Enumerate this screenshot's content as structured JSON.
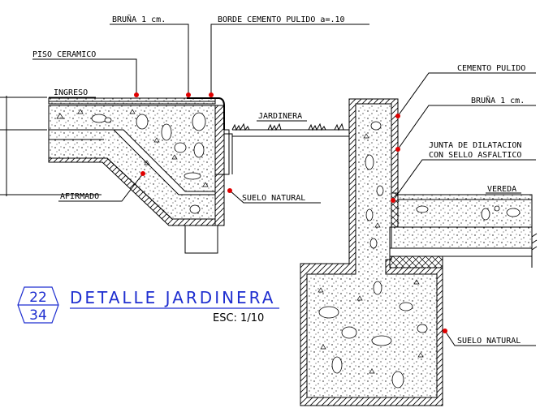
{
  "labels": {
    "bruna_top": "BRUÑA 1 cm.",
    "borde_cemento": "BORDE CEMENTO PULIDO a=.10",
    "piso_ceramico": "PISO CERAMICO",
    "ingreso": "INGRESO",
    "jardinera": "JARDINERA",
    "cemento_pulido": "CEMENTO PULIDO",
    "bruna_right": "BRUÑA 1 cm.",
    "junta_1": "JUNTA DE DILATACION",
    "junta_2": "CON SELLO ASFALTICO",
    "vereda": "VEREDA",
    "afirmado": "AFIRMADO",
    "suelo_natural_left": "SUELO NATURAL",
    "suelo_natural_right": "SUELO NATURAL"
  },
  "title": {
    "number_top": "22",
    "number_bottom": "34",
    "name": "DETALLE JARDINERA",
    "scale": "ESC: 1/10"
  },
  "colors": {
    "title_blue": "#1f2fd0",
    "marker_red": "#e00000"
  }
}
